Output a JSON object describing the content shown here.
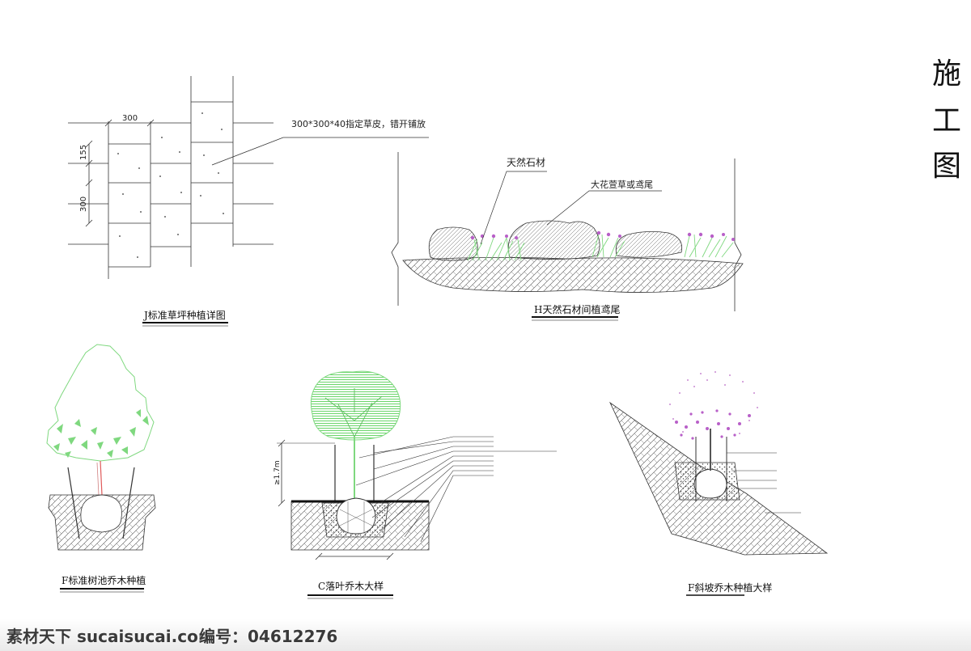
{
  "side_title": [
    "施",
    "工",
    "图"
  ],
  "panel_j": {
    "title": "J标准草坪种植详图",
    "dim_top": "300",
    "dim_155": "155",
    "dim_300": "300",
    "note": "300*300*40指定草皮，错开铺放"
  },
  "panel_h": {
    "title": "H天然石材间植鸢尾",
    "label_stone": "天然石材",
    "label_plants": "大花萱草或鸢尾"
  },
  "panel_f": {
    "title": "F标准树池乔木种植"
  },
  "panel_c": {
    "title": "C落叶乔木大样",
    "height_dim": "≥1.7m"
  },
  "panel_slope": {
    "title": "F斜坡乔木种植大样"
  },
  "footer": {
    "brand": "素材天下 sucaisucai.com",
    "serial": "编号：04612276"
  },
  "colors": {
    "foliage_green": "#7fd87f",
    "flower_purple": "#b85fc8",
    "line": "#333333"
  }
}
